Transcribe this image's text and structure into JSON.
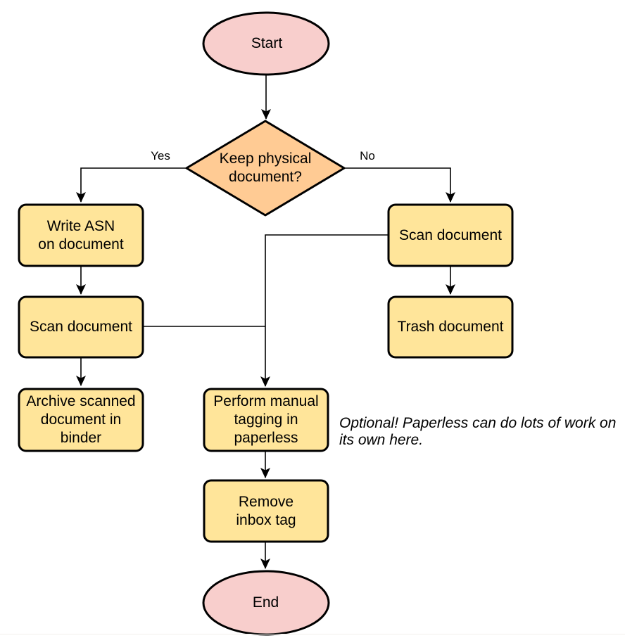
{
  "flowchart": {
    "nodes": {
      "start": "Start",
      "decision": "Keep physical\ndocument?",
      "write_asn": "Write ASN\non document",
      "scan_left": "Scan document",
      "archive": "Archive scanned\ndocument in\nbinder",
      "scan_right": "Scan document",
      "trash": "Trash document",
      "tagging": "Perform manual\ntagging in\npaperless",
      "remove_inbox": "Remove\ninbox tag",
      "end": "End"
    },
    "edge_labels": {
      "yes": "Yes",
      "no": "No"
    },
    "annotation": "Optional! Paperless can do lots of work on\nits own here.",
    "colors": {
      "terminal_fill": "#f8cecc",
      "decision_fill": "#ffcb94",
      "process_fill": "#ffe59a",
      "stroke": "#000000"
    }
  }
}
